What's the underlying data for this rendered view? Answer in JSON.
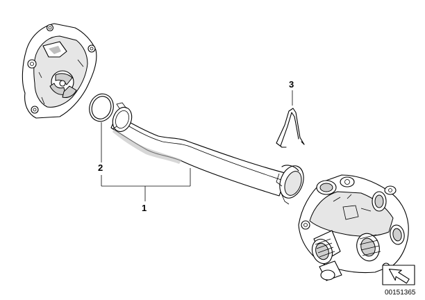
{
  "diagram": {
    "callouts": [
      {
        "id": "1",
        "label": "1"
      },
      {
        "id": "2",
        "label": "2"
      },
      {
        "id": "3",
        "label": "3"
      }
    ],
    "document_number": "00151365",
    "icons": {
      "water_pump": "water-pump-housing-icon",
      "seal_ring": "o-ring-icon",
      "pipe": "coolant-pipe-icon",
      "clip": "spring-clip-icon",
      "thermostat_housing": "thermostat-housing-icon",
      "arrow": "arrow-badge-icon"
    }
  }
}
